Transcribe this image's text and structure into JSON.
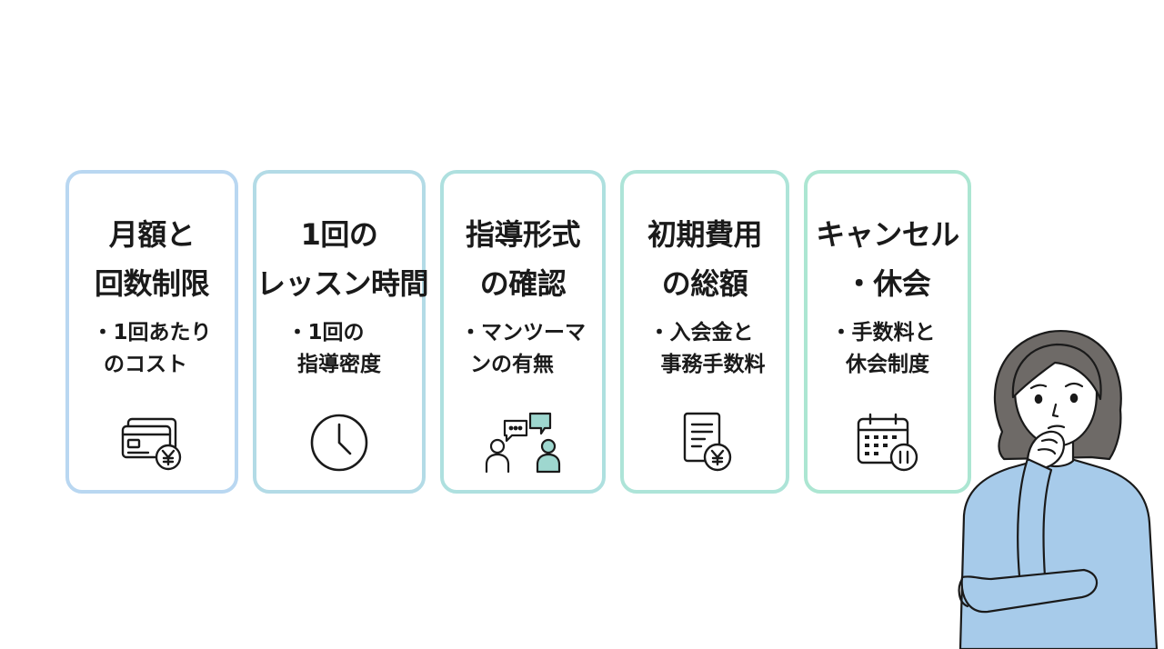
{
  "colors": {
    "card_borders": [
      "#b9d7f1",
      "#b3dbe6",
      "#aee0df",
      "#ade4d8",
      "#ace6d2"
    ],
    "accent_teal": "#9ed7cf",
    "shirt_blue": "#a7cbea",
    "hair_brown": "#6e6a67",
    "skin": "#ffffff",
    "outline": "#1a1a1a"
  },
  "cards": [
    {
      "title_lines": [
        "月額と",
        "回数制限"
      ],
      "bullet_lines": [
        "・1回あたり",
        "のコスト"
      ],
      "icon": "credit-card-yen-icon"
    },
    {
      "title_lines": [
        "1回の",
        "レッスン時間"
      ],
      "bullet_lines": [
        "・1回の",
        "指導密度"
      ],
      "icon": "clock-icon"
    },
    {
      "title_lines": [
        "指導形式",
        "の確認"
      ],
      "bullet_lines": [
        "・マンツーマ",
        "ンの有無"
      ],
      "icon": "people-chat-icon"
    },
    {
      "title_lines": [
        "初期費用",
        "の総額"
      ],
      "bullet_lines": [
        "・入会金と",
        "事務手数料"
      ],
      "icon": "invoice-yen-icon"
    },
    {
      "title_lines": [
        "キャンセル",
        "・休会"
      ],
      "bullet_lines": [
        "・手数料と",
        "休会制度"
      ],
      "icon": "calendar-pause-icon"
    }
  ],
  "illustration": {
    "icon": "thinking-woman-illustration"
  }
}
